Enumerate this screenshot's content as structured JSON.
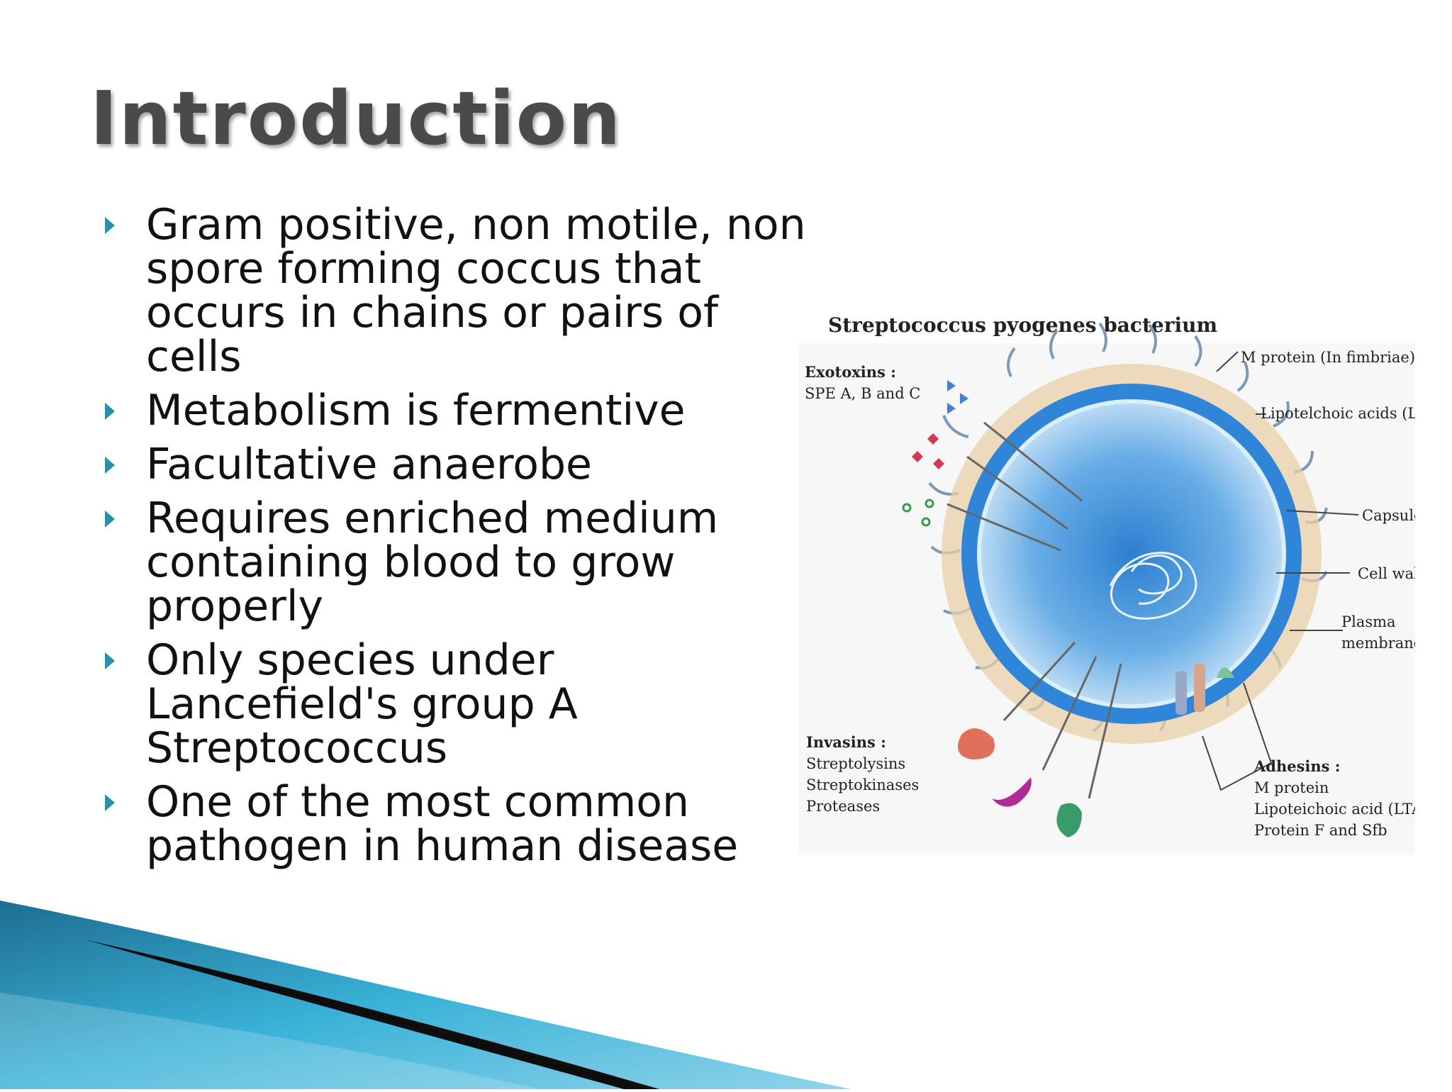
{
  "slide": {
    "title": "Introduction",
    "bullets": [
      "Gram positive, non motile, non spore forming coccus that occurs in chains or pairs of cells",
      "Metabolism is fermentive",
      "Facultative anaerobe",
      "Requires enriched medium containing blood to grow properly",
      "Only species under Lancefield's group A Streptococcus",
      "One of the most common pathogen in human disease"
    ]
  },
  "diagram": {
    "title": "Streptococcus pyogenes bacterium",
    "exotoxins_heading": "Exotoxins :",
    "exotoxins_items": "SPE A, B and C",
    "label_m_protein": "M protein (In fimbriae)",
    "label_lta": "Lipotelchoic acids (LTA)",
    "label_capsule": "Capsule",
    "label_cell_wall": "Cell wall",
    "label_plasma_line1": "Plasma",
    "label_plasma_line2": "membrane",
    "invasins_heading": "Invasins :",
    "invasins_items": [
      "Streptolysins",
      "Streptokinases",
      "Proteases"
    ],
    "adhesins_heading": "Adhesins :",
    "adhesins_items": [
      "M protein",
      "Lipoteichoic acid (LTA)",
      "Protein F and Sfb"
    ]
  },
  "colors": {
    "title_text": "#4a4a4a",
    "bullet_marker": "#2a8fa8",
    "cell_blue": "#2a7fd4",
    "capsule": "#e9cba0",
    "swoosh_blue": "#2a9cc4"
  }
}
